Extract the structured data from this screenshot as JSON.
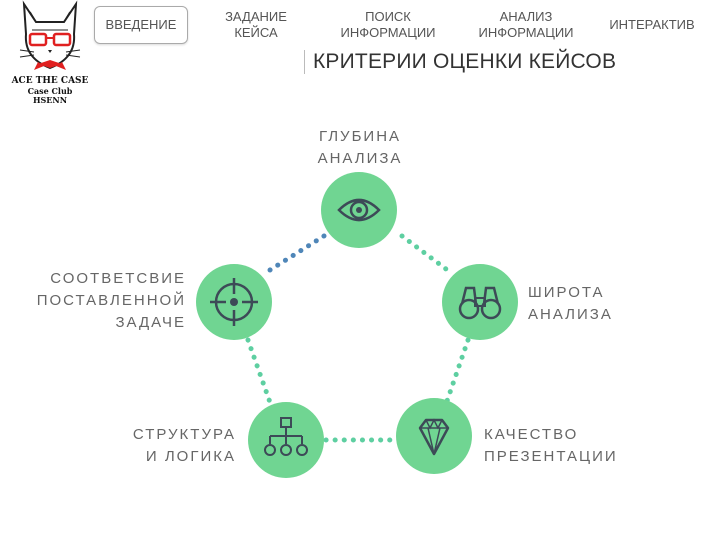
{
  "logo": {
    "line1": "ACE THE CASE",
    "line2": "Case Club",
    "line3": "HSENN"
  },
  "nav": {
    "intro": "ВВЕДЕНИЕ",
    "task": "ЗАДАНИЕ\nКЕЙСА",
    "search": "ПОИСК\nИНФОРМАЦИИ",
    "analysis": "АНАЛИЗ\nИНФОРМАЦИИ",
    "interactive": "ИНТЕРАКТИВ"
  },
  "title": "КРИТЕРИИ ОЦЕНКИ КЕЙСОВ",
  "criteria": {
    "depth": "ГЛУБИНА\nАНАЛИЗА",
    "breadth": "ШИРОТА\nАНАЛИЗА",
    "quality": "КАЧЕСТВО\nПРЕЗЕНТАЦИИ",
    "structure": "СТРУКТУРА\nИ ЛОГИКА",
    "relevance": "СООТВЕТСВИЕ\nПОСТАВЛЕННОЙ\nЗАДАЧЕ"
  },
  "colors": {
    "circle_fill": "#70d592",
    "icon_stroke": "#3d4a57",
    "dots_light": "#5ecfa1",
    "dots_blue": "#4f86b8"
  },
  "icons": [
    "eye-icon",
    "binoculars-icon",
    "diamond-icon",
    "org-chart-icon",
    "target-icon"
  ]
}
